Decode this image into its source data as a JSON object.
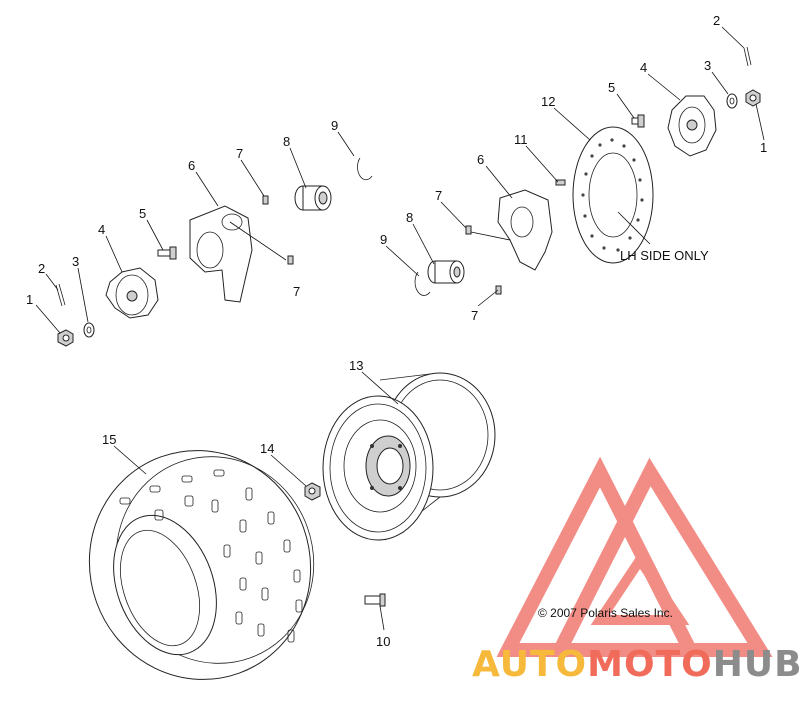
{
  "callouts": {
    "c1_left": "1",
    "c2_left": "2",
    "c3_left": "3",
    "c4_left": "4",
    "c5_left": "5",
    "c6_left": "6",
    "c7_left_top": "7",
    "c7_left_bottom": "7",
    "c8_left": "8",
    "c9_left": "9",
    "c6_mid": "6",
    "c7_mid_top": "7",
    "c7_mid_bottom": "7",
    "c8_mid": "8",
    "c9_mid": "9",
    "c11": "11",
    "c12": "12",
    "c5_right": "5",
    "c4_right": "4",
    "c3_right": "3",
    "c2_right": "2",
    "c1_right": "1",
    "c13": "13",
    "c14": "14",
    "c15": "15",
    "c10": "10"
  },
  "notes": {
    "lh_side": "LH SIDE ONLY",
    "copyright": "© 2007 Polaris Sales Inc."
  },
  "watermark": {
    "word_part1": "AUTO",
    "word_part2": "MOTO",
    "word_part3": "HUB",
    "color_auto": "#f6b93b",
    "color_moto": "#f06b5a",
    "color_hub": "#8c8c8c",
    "color_logo": "#f07a72"
  }
}
